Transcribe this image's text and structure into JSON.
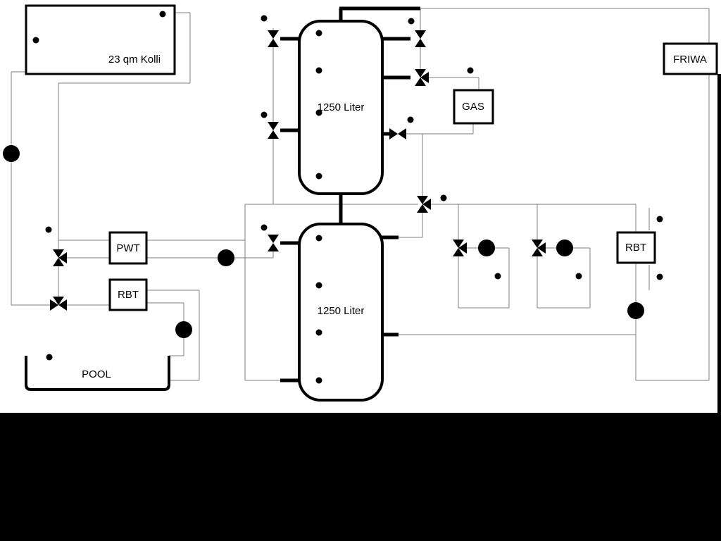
{
  "diagram": {
    "collector": {
      "label": "23 qm Kolli"
    },
    "buffer_tank_top": {
      "label": "1250 Liter"
    },
    "buffer_tank_bottom": {
      "label": "1250 Liter"
    },
    "gas_boiler": {
      "label": "GAS"
    },
    "friwa_station": {
      "label": "FRIWA"
    },
    "pwt_exchanger": {
      "label": "PWT"
    },
    "rbt_left": {
      "label": "RBT"
    },
    "rbt_right": {
      "label": "RBT"
    },
    "pool": {
      "label": "POOL"
    }
  },
  "colors": {
    "background": "#ffffff",
    "bottom_band": "#000000",
    "pipe": "#000000",
    "control_line": "#7f7f7f"
  }
}
